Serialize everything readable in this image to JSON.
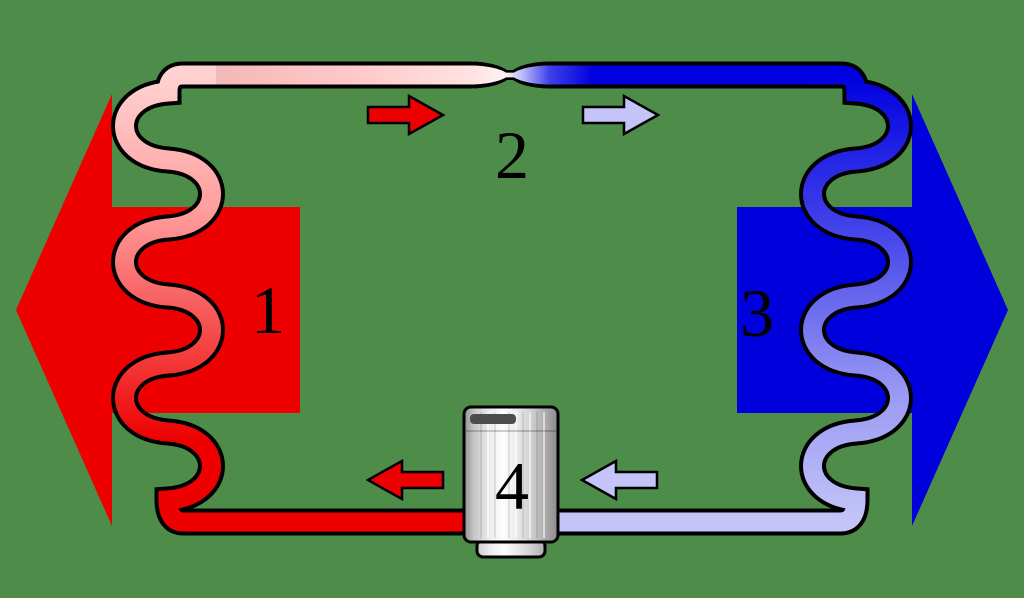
{
  "diagram": {
    "title": "heat-pump-refrigeration-cycle",
    "labels": {
      "condenser": "1",
      "expansion_valve": "2",
      "evaporator": "3",
      "compressor": "4"
    },
    "colors": {
      "background": "#4e8c4a",
      "hot": "#ee0000",
      "cold": "#0000dd",
      "hot_light": "#ffc8c8",
      "cold_light": "#c4c4f8",
      "outline": "#000000",
      "metal_dark": "#4d4d4d"
    },
    "icons": {
      "heat_output": "big-arrow-left-icon",
      "heat_input": "big-arrow-right-icon",
      "flow_top_left": "small-arrow-right-icon",
      "flow_top_right": "small-arrow-right-icon",
      "flow_bottom_left": "small-arrow-left-icon",
      "flow_bottom_right": "small-arrow-left-icon"
    }
  }
}
